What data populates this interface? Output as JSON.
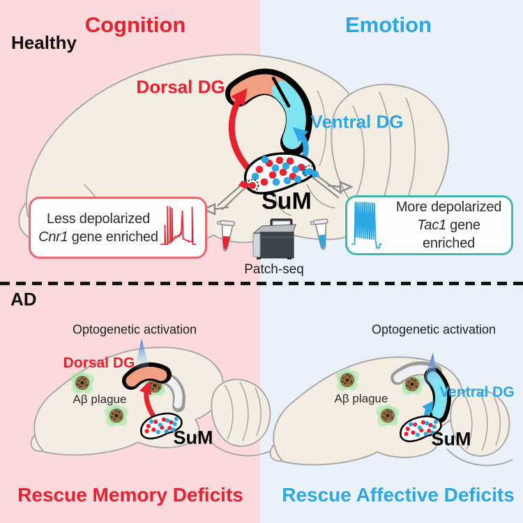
{
  "colors": {
    "accentRed": "#E8212F",
    "accentBlue": "#2BA7E3",
    "pinkBg": "#FBD9DC",
    "blueBg": "#EAF1F8",
    "brainFill": "#F4EEE2",
    "brainStroke": "#A9A9A9",
    "dorsalDgFill": "#F2A082",
    "ventralDgFill": "#7DE4F0",
    "redBoxBorder": "#E9676D",
    "tealBoxBorder": "#3FB8AE",
    "plaqueGreen": "#A5E5AC",
    "plaqueBrown": "#9C7A4D",
    "textDark": "#1A1A1A"
  },
  "healthy": {
    "section_label": "Healthy",
    "cognition_heading": "Cognition",
    "emotion_heading": "Emotion",
    "dorsal_dg_label": "Dorsal DG",
    "ventral_dg_label": "Ventral DG",
    "sum_label": "SuM",
    "patch_seq_label": "Patch-seq",
    "left_box": {
      "line1": "Less depolarized",
      "gene": "Cnr1",
      "line2_rest": "gene enriched"
    },
    "right_box": {
      "line1": "More depolarized",
      "gene": "Tac1",
      "line2_rest": "gene enriched"
    }
  },
  "ad": {
    "section_label": "AD",
    "left": {
      "optogenetic_label": "Optogenetic activation",
      "dorsal_dg_label": "Dorsal DG",
      "abeta_label": "Aβ plague",
      "sum_label": "SuM",
      "rescue_heading": "Rescue Memory Deficits"
    },
    "right": {
      "optogenetic_label": "Optogenetic activation",
      "abeta_label": "Aβ plague",
      "ventral_dg_label": "Ventral DG",
      "sum_label": "SuM",
      "rescue_heading": "Rescue Affective Deficits"
    }
  }
}
